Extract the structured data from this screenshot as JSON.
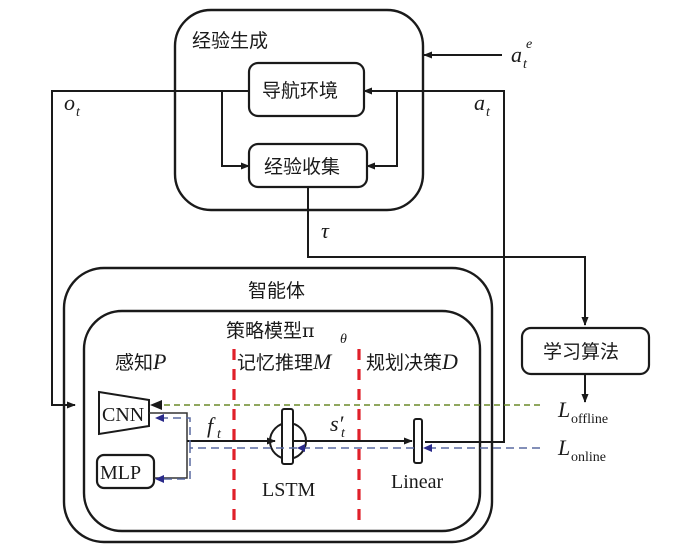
{
  "experience_generation": {
    "title": "经验生成",
    "nav_env": "导航环境",
    "exp_collect": "经验收集"
  },
  "signals": {
    "o": "o",
    "o_sub": "t",
    "a": "a",
    "a_sub": "t",
    "ae": "a",
    "ae_sub": "t",
    "ae_sup": "e",
    "tau": "τ",
    "f": "f",
    "f_sub": "t",
    "s": "s′",
    "s_sub": "t"
  },
  "agent": {
    "title": "智能体",
    "policy_title": "策略模型π",
    "policy_sub": "θ",
    "sections": [
      {
        "label": "感知",
        "var": "P"
      },
      {
        "label": "记忆推理",
        "var": "M"
      },
      {
        "label": "规划决策",
        "var": "D"
      }
    ],
    "modules": {
      "cnn": "CNN",
      "mlp": "MLP",
      "lstm": "LSTM",
      "linear": "Linear"
    }
  },
  "learning": {
    "title": "学习算法"
  },
  "losses": {
    "L": "L",
    "offline": "offline",
    "online": "online"
  },
  "colors": {
    "stroke": "#1a1a1a",
    "divider": "#e0202a",
    "offline_path": "#6b8a2a",
    "online_path": "#5a6aa0"
  }
}
